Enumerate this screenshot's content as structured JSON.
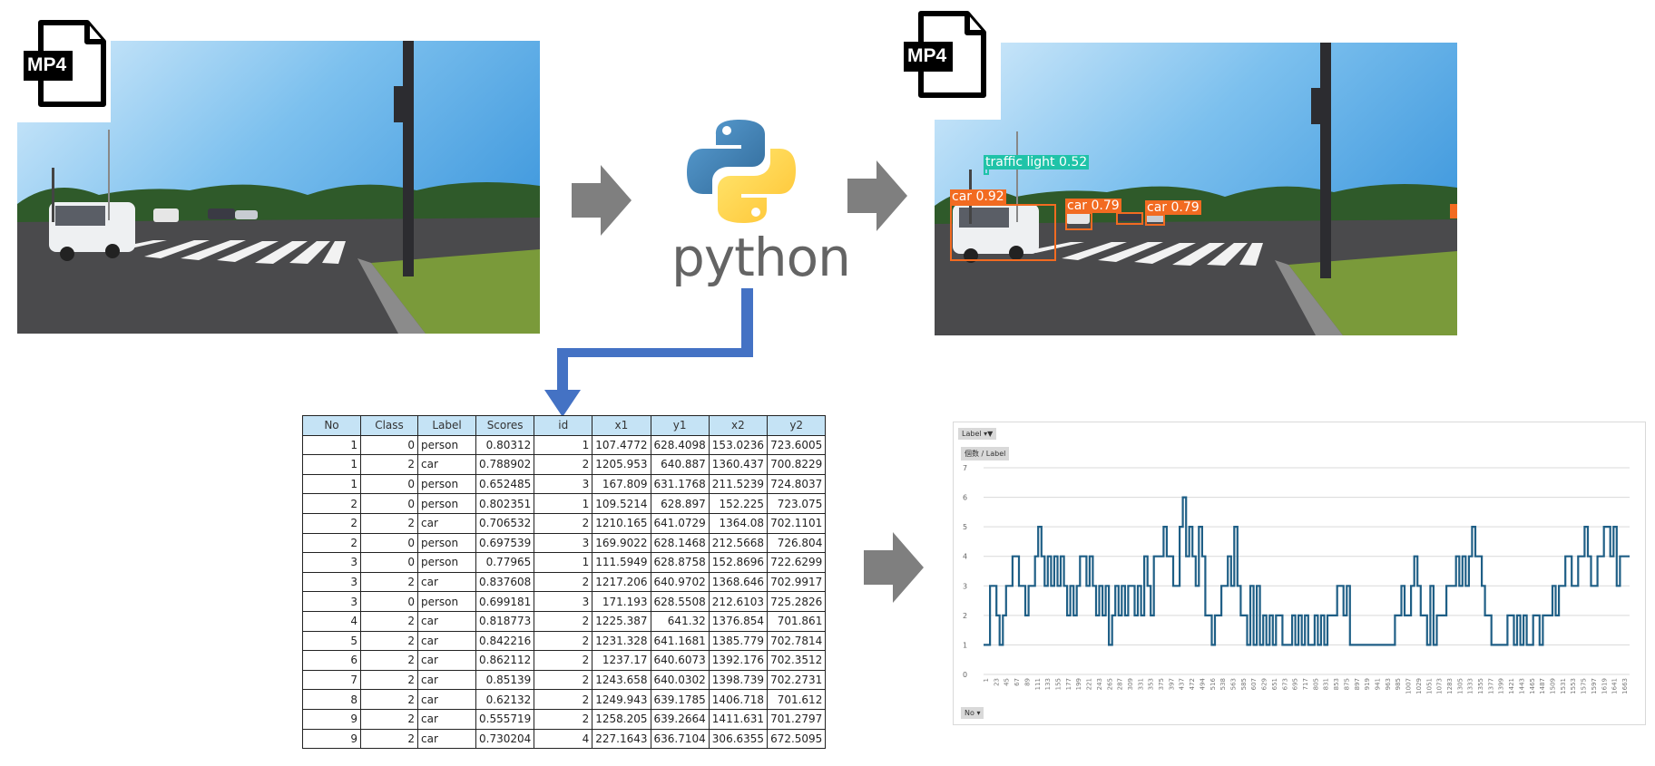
{
  "input_video": {
    "file_icon_label": "MP4",
    "file_icon": "mp4-file-icon"
  },
  "output_video": {
    "file_icon_label": "MP4",
    "file_icon": "mp4-file-icon",
    "detections": [
      {
        "label": "traffic light 0.52",
        "class": "traffic light",
        "score": "0.52"
      },
      {
        "label": "car 0.92",
        "class": "car",
        "score": "0.92"
      },
      {
        "label": "car 0.79",
        "class": "car",
        "score": "0.79"
      },
      {
        "label": "car 0.79",
        "class": "car",
        "score": "0.79"
      }
    ]
  },
  "processor": {
    "logo_icon": "python-logo-icon",
    "label": "python"
  },
  "colors": {
    "arrow_gray": "#7f7f7f",
    "arrow_blue": "#4472c4",
    "python_blue": "#3a75b0",
    "python_yellow": "#ffd43b",
    "det_orange": "#f26b21",
    "det_teal": "#1fc3a8",
    "table_header": "#c5e3f5",
    "chart_line": "#1f5f86"
  },
  "table": {
    "headers": [
      "No",
      "Class",
      "Label",
      "Scores",
      "id",
      "x1",
      "y1",
      "x2",
      "y2"
    ],
    "rows": [
      [
        "1",
        "0",
        "person",
        "0.80312",
        "1",
        "107.4772",
        "628.4098",
        "153.0236",
        "723.6005"
      ],
      [
        "1",
        "2",
        "car",
        "0.788902",
        "2",
        "1205.953",
        "640.887",
        "1360.437",
        "700.8229"
      ],
      [
        "1",
        "0",
        "person",
        "0.652485",
        "3",
        "167.809",
        "631.1768",
        "211.5239",
        "724.8037"
      ],
      [
        "2",
        "0",
        "person",
        "0.802351",
        "1",
        "109.5214",
        "628.897",
        "152.225",
        "723.075"
      ],
      [
        "2",
        "2",
        "car",
        "0.706532",
        "2",
        "1210.165",
        "641.0729",
        "1364.08",
        "702.1101"
      ],
      [
        "2",
        "0",
        "person",
        "0.697539",
        "3",
        "169.9022",
        "628.1468",
        "212.5668",
        "726.804"
      ],
      [
        "3",
        "0",
        "person",
        "0.77965",
        "1",
        "111.5949",
        "628.8758",
        "152.8696",
        "722.6299"
      ],
      [
        "3",
        "2",
        "car",
        "0.837608",
        "2",
        "1217.206",
        "640.9702",
        "1368.646",
        "702.9917"
      ],
      [
        "3",
        "0",
        "person",
        "0.699181",
        "3",
        "171.193",
        "628.5508",
        "212.6103",
        "725.2826"
      ],
      [
        "4",
        "2",
        "car",
        "0.818773",
        "2",
        "1225.387",
        "641.32",
        "1376.854",
        "701.861"
      ],
      [
        "5",
        "2",
        "car",
        "0.842216",
        "2",
        "1231.328",
        "641.1681",
        "1385.779",
        "702.7814"
      ],
      [
        "6",
        "2",
        "car",
        "0.862112",
        "2",
        "1237.17",
        "640.6073",
        "1392.176",
        "702.3512"
      ],
      [
        "7",
        "2",
        "car",
        "0.85139",
        "2",
        "1243.658",
        "640.0302",
        "1398.739",
        "702.2731"
      ],
      [
        "8",
        "2",
        "car",
        "0.62132",
        "2",
        "1249.943",
        "639.1785",
        "1406.718",
        "701.612"
      ],
      [
        "9",
        "2",
        "car",
        "0.555719",
        "2",
        "1258.205",
        "639.2664",
        "1411.631",
        "701.2797"
      ],
      [
        "9",
        "2",
        "car",
        "0.730204",
        "4",
        "227.1643",
        "636.7104",
        "306.6355",
        "672.5095"
      ]
    ]
  },
  "chart": {
    "filter_button": "Label",
    "value_field_button": "個数 / Label",
    "axis_field_button": "No"
  },
  "chart_data": {
    "type": "line",
    "title": "",
    "xlabel": "No",
    "ylabel": "個数 / Label",
    "ylim": [
      0,
      7
    ],
    "yticks": [
      0,
      1,
      2,
      3,
      4,
      5,
      6,
      7
    ],
    "grid": true,
    "legend": "none",
    "x_tick_labels": [
      "1",
      "23",
      "45",
      "67",
      "89",
      "111",
      "133",
      "155",
      "177",
      "199",
      "221",
      "243",
      "265",
      "287",
      "309",
      "331",
      "353",
      "375",
      "397",
      "437",
      "472",
      "494",
      "516",
      "538",
      "563",
      "585",
      "607",
      "629",
      "651",
      "673",
      "695",
      "717",
      "805",
      "831",
      "853",
      "875",
      "897",
      "919",
      "941",
      "963",
      "985",
      "1007",
      "1029",
      "1051",
      "1073",
      "1283",
      "1305",
      "1333",
      "1355",
      "1377",
      "1399",
      "1421",
      "1443",
      "1465",
      "1487",
      "1509",
      "1531",
      "1553",
      "1575",
      "1597",
      "1619",
      "1641",
      "1663"
    ],
    "series": [
      {
        "name": "個数 / Label",
        "color": "#1f5f86",
        "values": [
          1,
          1,
          3,
          3,
          2,
          1,
          2,
          3,
          3,
          4,
          4,
          3,
          3,
          2,
          3,
          3,
          4,
          5,
          4,
          3,
          4,
          3,
          4,
          3,
          4,
          3,
          2,
          3,
          2,
          3,
          4,
          4,
          3,
          4,
          3,
          2,
          3,
          2,
          3,
          1,
          2,
          3,
          2,
          3,
          2,
          3,
          3,
          2,
          3,
          2,
          4,
          3,
          2,
          4,
          4,
          4,
          5,
          4,
          4,
          3,
          3,
          5,
          6,
          4,
          5,
          4,
          3,
          5,
          4,
          2,
          2,
          1,
          2,
          2,
          3,
          3,
          4,
          3,
          5,
          3,
          2,
          2,
          1,
          3,
          1,
          3,
          1,
          2,
          1,
          2,
          1,
          2,
          2,
          1,
          1,
          1,
          2,
          1,
          2,
          1,
          2,
          1,
          1,
          2,
          1,
          2,
          1,
          2,
          2,
          2,
          3,
          3,
          2,
          3,
          1,
          1,
          1,
          1,
          1,
          1,
          1,
          1,
          1,
          1,
          1,
          1,
          1,
          1,
          2,
          2,
          3,
          2,
          2,
          3,
          4,
          3,
          2,
          2,
          1,
          3,
          1,
          2,
          2,
          2,
          3,
          3,
          3,
          4,
          3,
          4,
          3,
          4,
          5,
          4,
          4,
          3,
          2,
          2,
          1,
          1,
          1,
          1,
          1,
          2,
          2,
          1,
          2,
          1,
          2,
          1,
          1,
          2,
          2,
          1,
          2,
          2,
          2,
          3,
          2,
          3,
          3,
          4,
          4,
          3,
          3,
          4,
          4,
          5,
          4,
          3,
          3,
          4,
          4,
          5,
          5,
          4,
          5,
          3,
          4,
          4,
          4
        ]
      }
    ]
  }
}
